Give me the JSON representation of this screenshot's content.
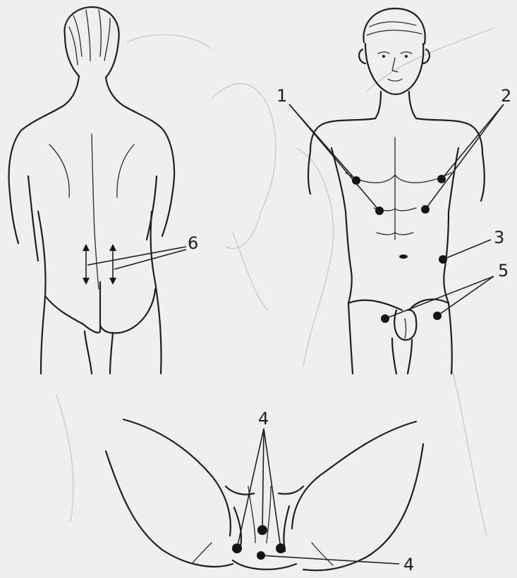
{
  "labels": {
    "l1": "1",
    "l2": "2",
    "l3": "3",
    "l4_top": "4",
    "l4_bottom": "4",
    "l5": "5",
    "l6": "6"
  },
  "colors": {
    "ink": "#1f1f1f",
    "background": "#efefec",
    "bleed_through": "#c4c4c0"
  }
}
